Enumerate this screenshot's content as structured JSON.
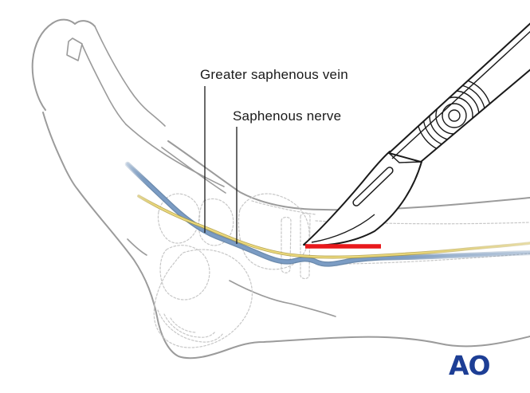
{
  "figure": {
    "type": "medical-illustration",
    "annotations": {
      "vein_label": "Greater saphenous vein",
      "nerve_label": "Saphenous nerve"
    },
    "logo": {
      "text": "AO"
    },
    "colors": {
      "background": "#ffffff",
      "ink_black": "#1a1a1a",
      "outline_gray": "#9b9b9b",
      "bone_gray": "#c7c7c7",
      "vein_blue": "#7b9cc4",
      "vein_edge": "#53779f",
      "nerve_yellow": "#ead87b",
      "nerve_edge": "#a8922f",
      "incision_red": "#e8191c",
      "logo_blue": "#1d3e95"
    }
  }
}
